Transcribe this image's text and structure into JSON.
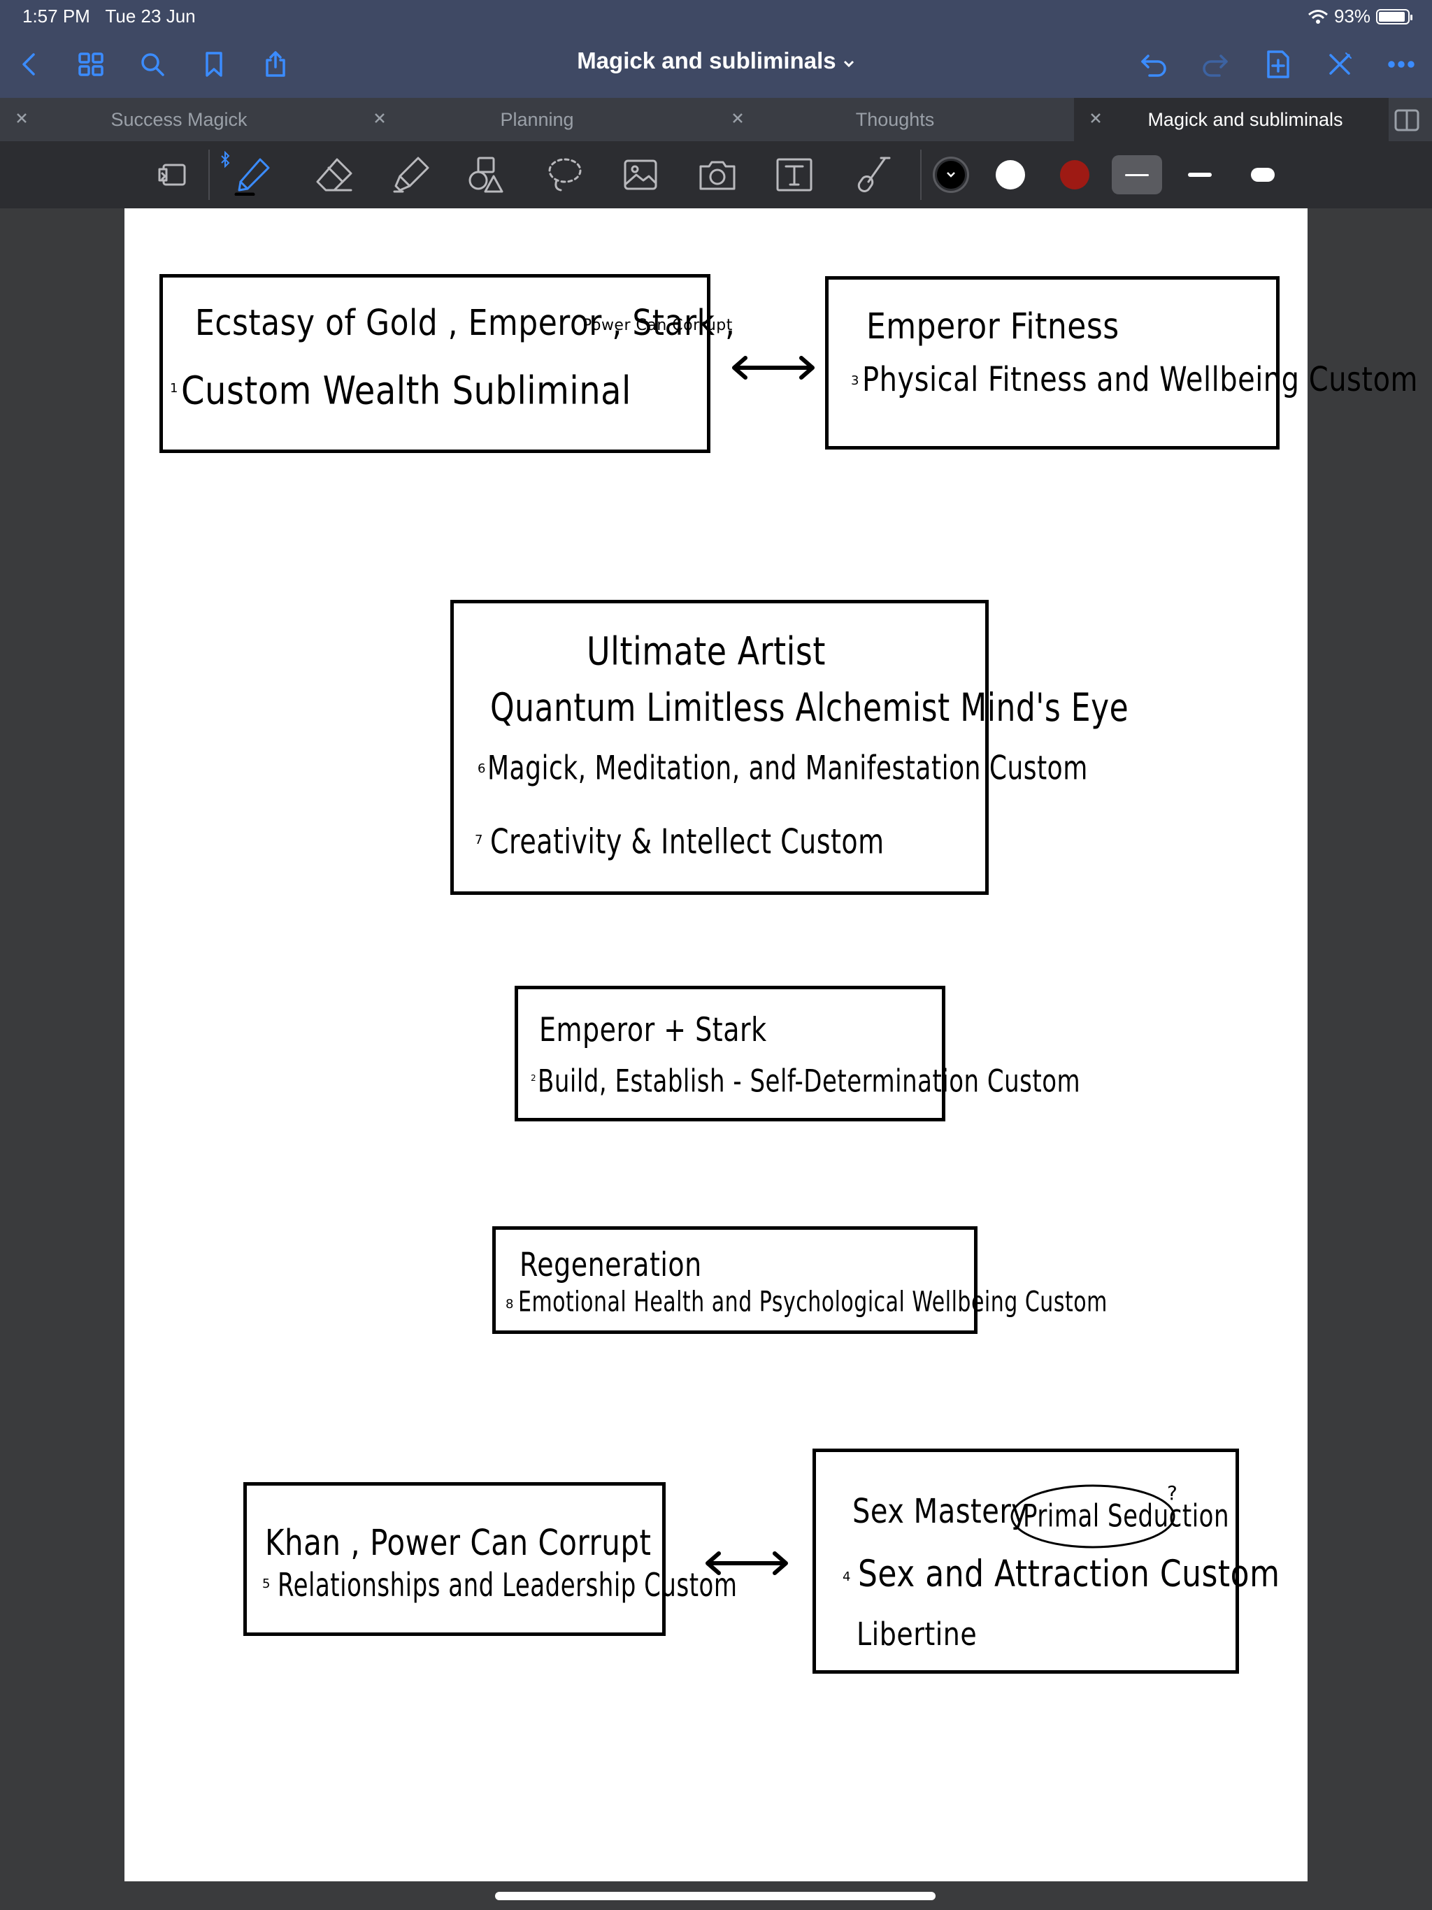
{
  "status": {
    "time": "1:57 PM",
    "date": "Tue 23 Jun",
    "battery": "93%",
    "battery_level": 0.93
  },
  "nav": {
    "title": "Magick and subliminals",
    "icons": [
      "back-icon",
      "grid-icon",
      "search-icon",
      "bookmark-icon",
      "share-icon",
      "undo-icon",
      "redo-icon",
      "add-page-icon",
      "close-icon",
      "more-icon"
    ]
  },
  "tabs": [
    {
      "label": "Success Magick",
      "active": false
    },
    {
      "label": "Planning",
      "active": false
    },
    {
      "label": "Thoughts",
      "active": false
    },
    {
      "label": "Magick and subliminals",
      "active": true
    }
  ],
  "toolbar": {
    "tools": [
      "read-only-icon",
      "pen-icon",
      "eraser-icon",
      "highlighter-icon",
      "shapes-icon",
      "lasso-icon",
      "image-icon",
      "camera-icon",
      "text-icon",
      "laser-pointer-icon"
    ],
    "colors": [
      "#000000",
      "#ffffff",
      "#9e1a14"
    ],
    "selected_color": "#000000",
    "stroke_sizes": [
      "thin",
      "medium",
      "thick"
    ],
    "selected_stroke": "thin",
    "accent": "#3b8cff"
  },
  "notes": {
    "box1": {
      "line1": "Ecstasy of Gold , Emperor , Stark ,",
      "line1_small": "Power Can Corrupt",
      "num": "1",
      "line2": "Custom Wealth Subliminal"
    },
    "box2": {
      "line1": "Emperor Fitness",
      "num": "3",
      "line2": "Physical Fitness and Wellbeing Custom"
    },
    "box3": {
      "line1": "Ultimate Artist",
      "line2": "Quantum Limitless Alchemist Mind's Eye",
      "num3": "6",
      "line3": "Magick, Meditation, and Manifestation Custom",
      "num4": "7",
      "line4": "Creativity & Intellect Custom"
    },
    "box4": {
      "line1": "Emperor + Stark",
      "num": "2",
      "line2": "Build, Establish - Self-Determination Custom"
    },
    "box5": {
      "line1": "Regeneration",
      "num": "8",
      "line2": "Emotional Health and Psychological Wellbeing Custom"
    },
    "box6": {
      "line1": "Khan , Power Can Corrupt",
      "num": "5",
      "line2": "Relationships and Leadership Custom"
    },
    "box7": {
      "line1a": "Sex Mastery",
      "line1b": "Primal Seduction",
      "mark": "?",
      "num": "4",
      "line2": "Sex and Attraction Custom",
      "line3": "Libertine"
    }
  }
}
